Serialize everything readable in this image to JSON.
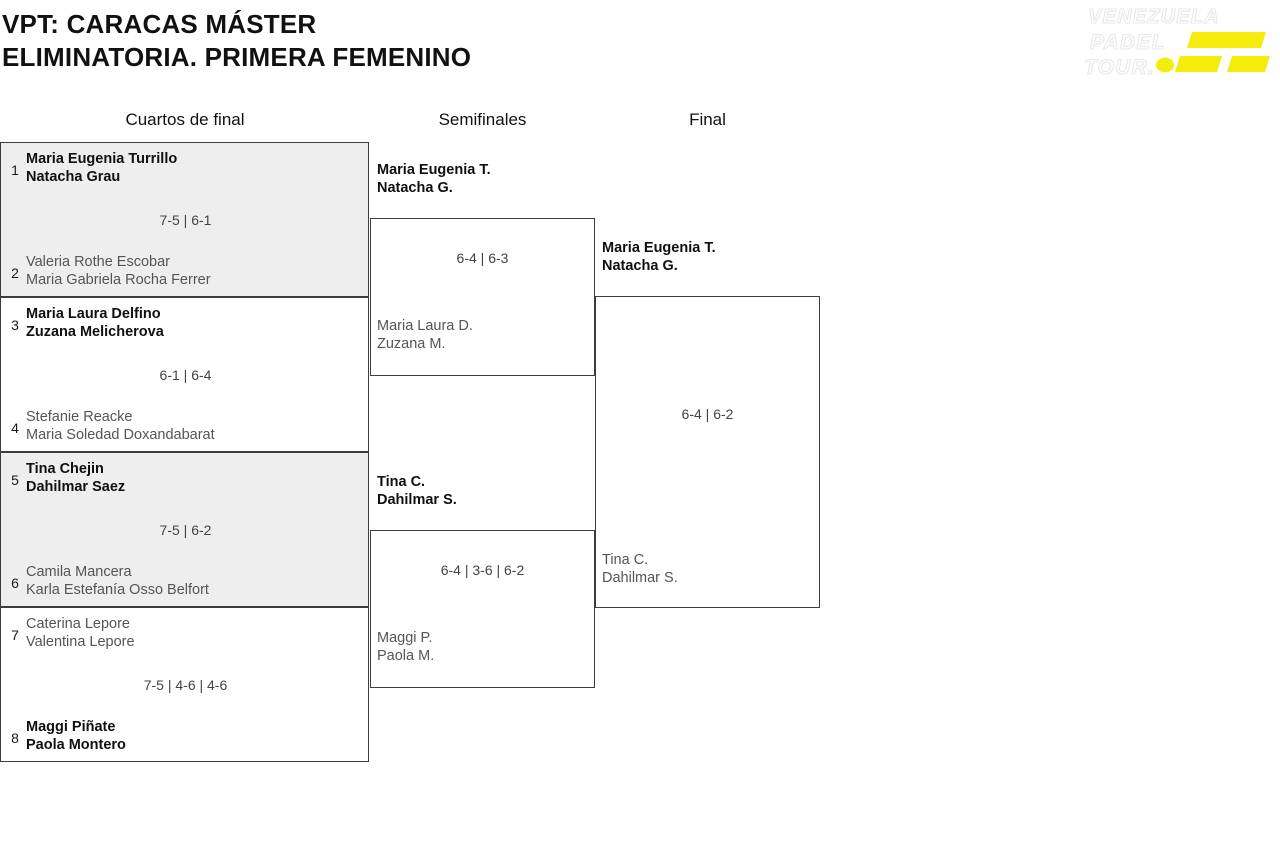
{
  "header": {
    "title_line1": "VPT: CARACAS MÁSTER",
    "title_line2": "ELIMINATORIA. PRIMERA FEMENINO",
    "logo": {
      "line1": "VENEZUELA",
      "line2": "PADEL",
      "line3": "TOUR.",
      "accent_color": "#f4ec0b",
      "text_color": "#ffffff",
      "icon": "venezuela-padel-tour-logo"
    }
  },
  "rounds": [
    {
      "label": "Cuartos de final"
    },
    {
      "label": "Semifinales"
    },
    {
      "label": "Final"
    }
  ],
  "quarterfinals": [
    {
      "shaded": true,
      "score": "7-5 | 6-1",
      "top": {
        "seed": "1",
        "player1": "Maria Eugenia Turrillo",
        "player2": "Natacha Grau",
        "result": "winner"
      },
      "bottom": {
        "seed": "2",
        "player1": "Valeria Rothe Escobar",
        "player2": "Maria Gabriela Rocha Ferrer",
        "result": "loser"
      }
    },
    {
      "shaded": false,
      "score": "6-1 | 6-4",
      "top": {
        "seed": "3",
        "player1": "Maria Laura Delfino",
        "player2": "Zuzana Melicherova",
        "result": "winner"
      },
      "bottom": {
        "seed": "4",
        "player1": "Stefanie Reacke",
        "player2": "Maria Soledad Doxandabarat",
        "result": "loser"
      }
    },
    {
      "shaded": true,
      "score": "7-5 | 6-2",
      "top": {
        "seed": "5",
        "player1": "Tina Chejin",
        "player2": "Dahilmar Saez",
        "result": "winner"
      },
      "bottom": {
        "seed": "6",
        "player1": "Camila Mancera",
        "player2": "Karla Estefanía Osso Belfort",
        "result": "loser"
      }
    },
    {
      "shaded": false,
      "score": "7-5 | 4-6 | 4-6",
      "top": {
        "seed": "7",
        "player1": "Caterina Lepore",
        "player2": "Valentina Lepore",
        "result": "loser"
      },
      "bottom": {
        "seed": "8",
        "player1": "Maggi Piñate",
        "player2": "Paola Montero",
        "result": "winner"
      }
    }
  ],
  "semifinals": [
    {
      "score": "6-4 | 6-3",
      "top": {
        "player1": "Maria Eugenia T.",
        "player2": "Natacha G.",
        "result": "winner"
      },
      "bottom": {
        "player1": "Maria Laura D.",
        "player2": "Zuzana M.",
        "result": "loser"
      }
    },
    {
      "score": "6-4 | 3-6 | 6-2",
      "top": {
        "player1": "Tina C.",
        "player2": "Dahilmar S.",
        "result": "winner"
      },
      "bottom": {
        "player1": "Maggi P.",
        "player2": "Paola M.",
        "result": "loser"
      }
    }
  ],
  "final": {
    "score": "6-4 | 6-2",
    "top": {
      "player1": "Maria Eugenia T.",
      "player2": "Natacha G.",
      "result": "winner"
    },
    "bottom": {
      "player1": "Tina C.",
      "player2": "Dahilmar S.",
      "result": "loser"
    }
  }
}
